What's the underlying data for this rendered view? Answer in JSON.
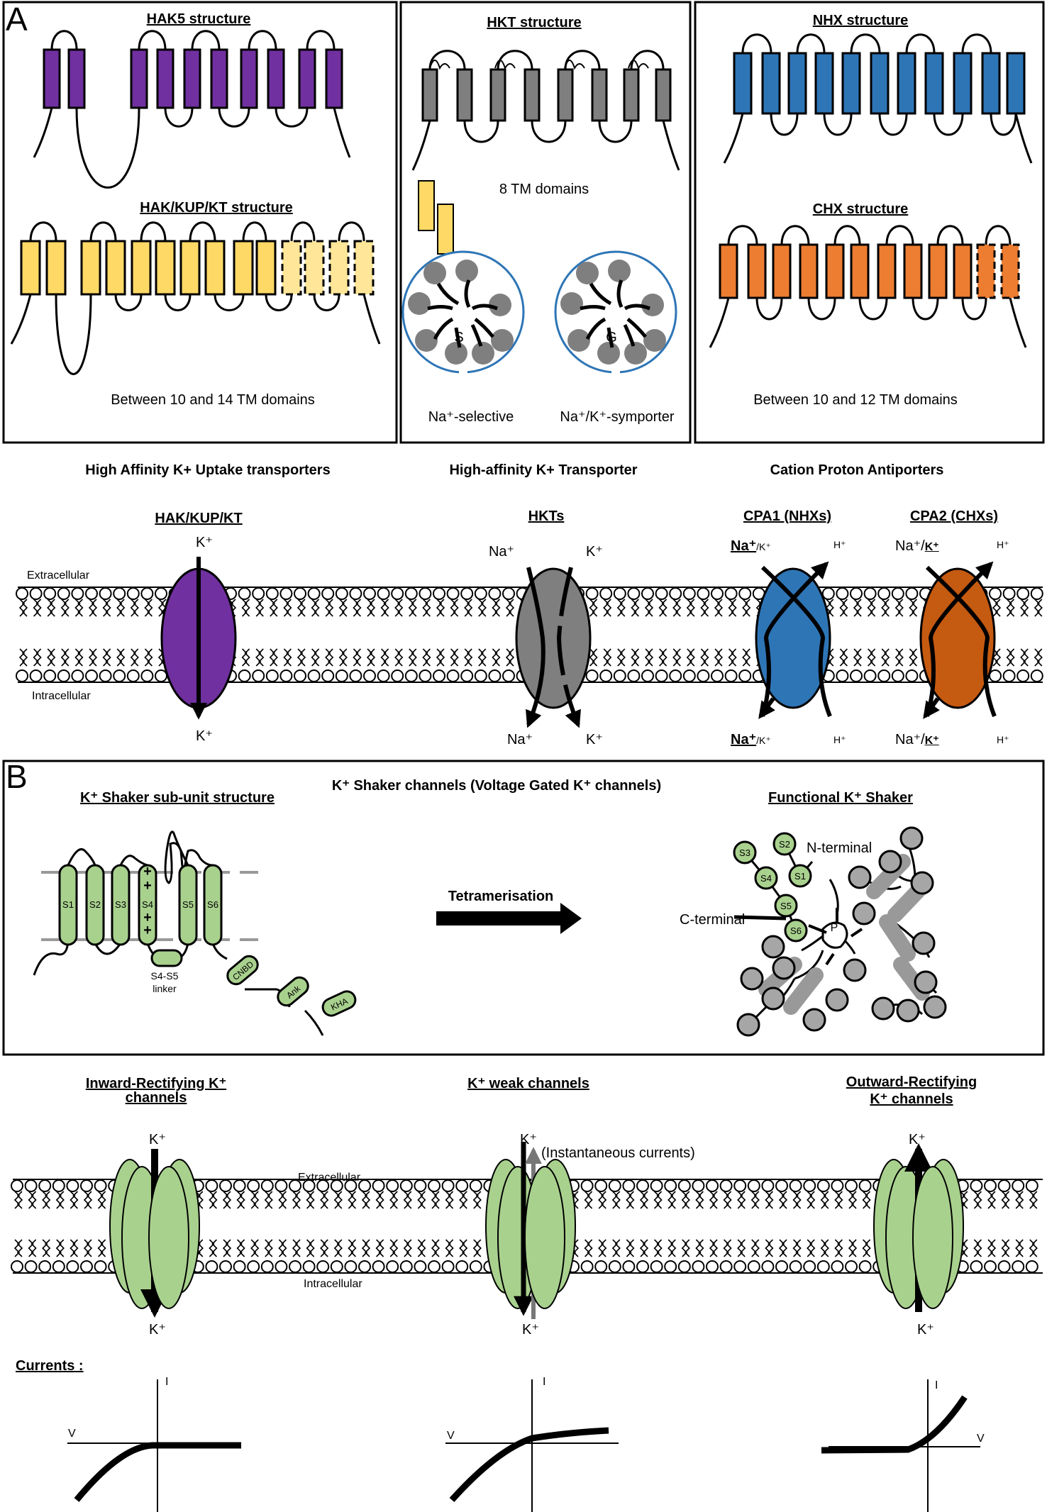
{
  "panel_a": {
    "letter": "A",
    "hak5": {
      "title": "HAK5 structure"
    },
    "hak_kup_kt": {
      "title": "HAK/KUP/KT structure",
      "caption": "Between 10 and 14 TM domains"
    },
    "hkt": {
      "title": "HKT structure",
      "caption": "8 TM domains",
      "na_selective": "Na⁺-selective",
      "symporter": "Na⁺/K⁺-symporter",
      "pore_s": "S",
      "pore_g": "G"
    },
    "nhx": {
      "title": "NHX structure"
    },
    "chx": {
      "title": "CHX structure",
      "caption": "Between 10 and 12 TM domains"
    },
    "families": {
      "high_affinity_uptake": "High Affinity K+ Uptake transporters",
      "high_affinity_transporter": "High-affinity K+ Transporter",
      "cation_proton": "Cation Proton Antiporters"
    },
    "membrane": {
      "extracellular": "Extracellular",
      "intracellular": "Intracellular",
      "hak_label": "HAK/KUP/KT",
      "hkt_label": "HKTs",
      "cpa1_label": "CPA1 (NHXs)",
      "cpa2_label": "CPA2 (CHXs)",
      "k_plus": "K⁺",
      "na_plus": "Na⁺",
      "h_plus": "H⁺",
      "cpa1_top_na": "Na⁺",
      "cpa1_top_k": "/K⁺",
      "cpa2_top_na": "Na⁺/",
      "cpa2_top_k": "K⁺"
    },
    "colors": {
      "hak5": "#7030a0",
      "hak_kup": "#ffd966",
      "hkt": "#7f7f7f",
      "nhx": "#2e75b6",
      "chx": "#ed7d31",
      "chx_transporter": "#c55a11"
    }
  },
  "panel_b": {
    "letter": "B",
    "main_title": "K⁺ Shaker channels (Voltage Gated K⁺ channels)",
    "subunit_title": "K⁺ Shaker sub-unit structure",
    "functional_title": "Functional K⁺ Shaker",
    "tetramerisation": "Tetramerisation",
    "segments": [
      "S1",
      "S2",
      "S3",
      "S4",
      "S5",
      "S6"
    ],
    "linker": "S4-S5",
    "linker2": "linker",
    "domains": [
      "CNBD",
      "Ank",
      "KHA"
    ],
    "n_terminal": "N-terminal",
    "c_terminal": "C-terminal",
    "pore": "P",
    "channel_types": {
      "inward": "Inward-Rectifying K⁺",
      "inward2": "channels",
      "weak": "K⁺ weak channels",
      "outward": "Outward-Rectifying",
      "outward2": "K⁺ channels"
    },
    "instantaneous": "(Instantaneous currents)",
    "extracellular": "Extracellular",
    "intracellular": "Intracellular",
    "k_plus": "K⁺",
    "currents_label": "Currents :",
    "axis_i": "I",
    "axis_v": "V",
    "colors": {
      "shaker": "#a9d18e"
    }
  }
}
